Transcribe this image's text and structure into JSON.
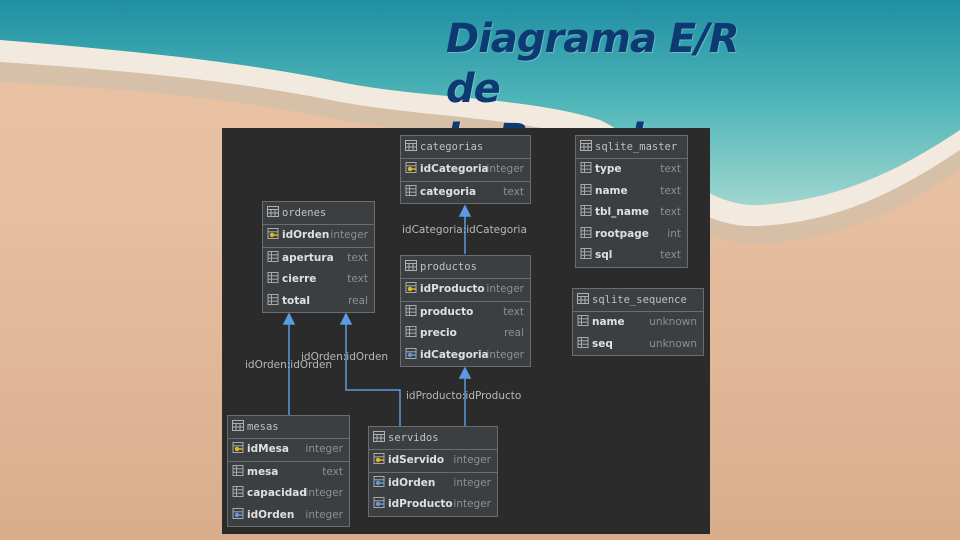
{
  "title": {
    "line1": "Diagrama E/R de",
    "line2": "la Base de Datos"
  },
  "tables": {
    "categorias": {
      "name": "categorias",
      "columns": [
        {
          "name": "idCategoria",
          "type": "integer",
          "key": "pk"
        },
        {
          "name": "categoria",
          "type": "text",
          "key": "col"
        }
      ]
    },
    "ordenes": {
      "name": "ordenes",
      "columns": [
        {
          "name": "idOrden",
          "type": "integer",
          "key": "pk"
        },
        {
          "name": "apertura",
          "type": "text",
          "key": "col"
        },
        {
          "name": "cierre",
          "type": "text",
          "key": "col"
        },
        {
          "name": "total",
          "type": "real",
          "key": "col"
        }
      ]
    },
    "productos": {
      "name": "productos",
      "columns": [
        {
          "name": "idProducto",
          "type": "integer",
          "key": "pk"
        },
        {
          "name": "producto",
          "type": "text",
          "key": "col"
        },
        {
          "name": "precio",
          "type": "real",
          "key": "col"
        },
        {
          "name": "idCategoria",
          "type": "integer",
          "key": "fk"
        }
      ]
    },
    "sqlite_master": {
      "name": "sqlite_master",
      "columns": [
        {
          "name": "type",
          "type": "text",
          "key": "col"
        },
        {
          "name": "name",
          "type": "text",
          "key": "col"
        },
        {
          "name": "tbl_name",
          "type": "text",
          "key": "col"
        },
        {
          "name": "rootpage",
          "type": "int",
          "key": "col"
        },
        {
          "name": "sql",
          "type": "text",
          "key": "col"
        }
      ]
    },
    "sqlite_sequence": {
      "name": "sqlite_sequence",
      "columns": [
        {
          "name": "name",
          "type": "unknown",
          "key": "col"
        },
        {
          "name": "seq",
          "type": "unknown",
          "key": "col"
        }
      ]
    },
    "mesas": {
      "name": "mesas",
      "columns": [
        {
          "name": "idMesa",
          "type": "integer",
          "key": "pk"
        },
        {
          "name": "mesa",
          "type": "text",
          "key": "col"
        },
        {
          "name": "capacidad",
          "type": "integer",
          "key": "col"
        },
        {
          "name": "idOrden",
          "type": "integer",
          "key": "fk"
        }
      ]
    },
    "servidos": {
      "name": "servidos",
      "columns": [
        {
          "name": "idServido",
          "type": "integer",
          "key": "pk"
        },
        {
          "name": "idOrden",
          "type": "integer",
          "key": "fk"
        },
        {
          "name": "idProducto",
          "type": "integer",
          "key": "fk"
        }
      ]
    }
  },
  "relations": {
    "cat_prod": "idCategoria:idCategoria",
    "mesa_orden": "idOrden:idOrden",
    "serv_orden": "idOrden:idOrden",
    "serv_prod": "idProducto:idProducto"
  },
  "colors": {
    "panel": "#2b2b2b",
    "title": "#0d3a73",
    "arrow": "#5b9be0"
  }
}
